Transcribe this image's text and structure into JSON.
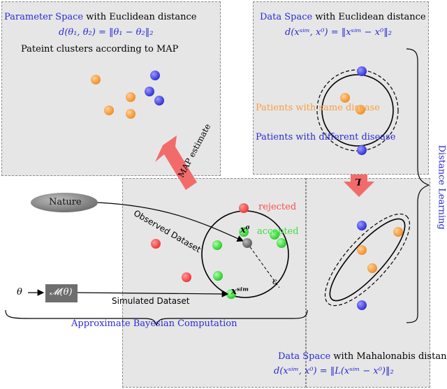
{
  "colors": {
    "blue": "#2a2ad4",
    "orange": "#f5a040",
    "red": "#ff4d4d",
    "green": "#3ddc3d",
    "panel": "#e6e6e6",
    "arrow_red": "#f26b6b"
  },
  "param_panel": {
    "title_a": "Parameter Space",
    "title_b": " with Euclidean distance",
    "formula": "d(θ₁, θ₂) = ‖θ₁ − θ₂‖₂",
    "subtitle": "Pateint clusters according to MAP"
  },
  "data_panel": {
    "title_a": "Data Space",
    "title_b": " with Euclidean distance",
    "formula": "d(xˢⁱᵐ, x⁰) = ‖xˢⁱᵐ − x⁰‖₂",
    "same_label": "Patients with same disease",
    "diff_label": "Patients with different disease"
  },
  "abc_panel": {
    "rejected": "rejected",
    "accepted": "accepted",
    "x0": "x⁰",
    "xsim": "xˢⁱᵐ",
    "eps": "ϵ",
    "caption": "Approximate Bayesian Computation"
  },
  "mahal_panel": {
    "title_a": "Data Space",
    "title_b": " with Mahalonabis distance",
    "formula": "d(xˢⁱᵐ, x⁰) = ‖L(xˢⁱᵐ − x⁰)‖₂"
  },
  "nature_label": "Nature",
  "observed_label": "Observed Dataset",
  "simulated_label": "Simulated Dataset",
  "theta": "θ",
  "model": "𝓜(θ)",
  "map_label": "MAP estimate",
  "L_label": "L",
  "distance_learning": "Distance Learning"
}
